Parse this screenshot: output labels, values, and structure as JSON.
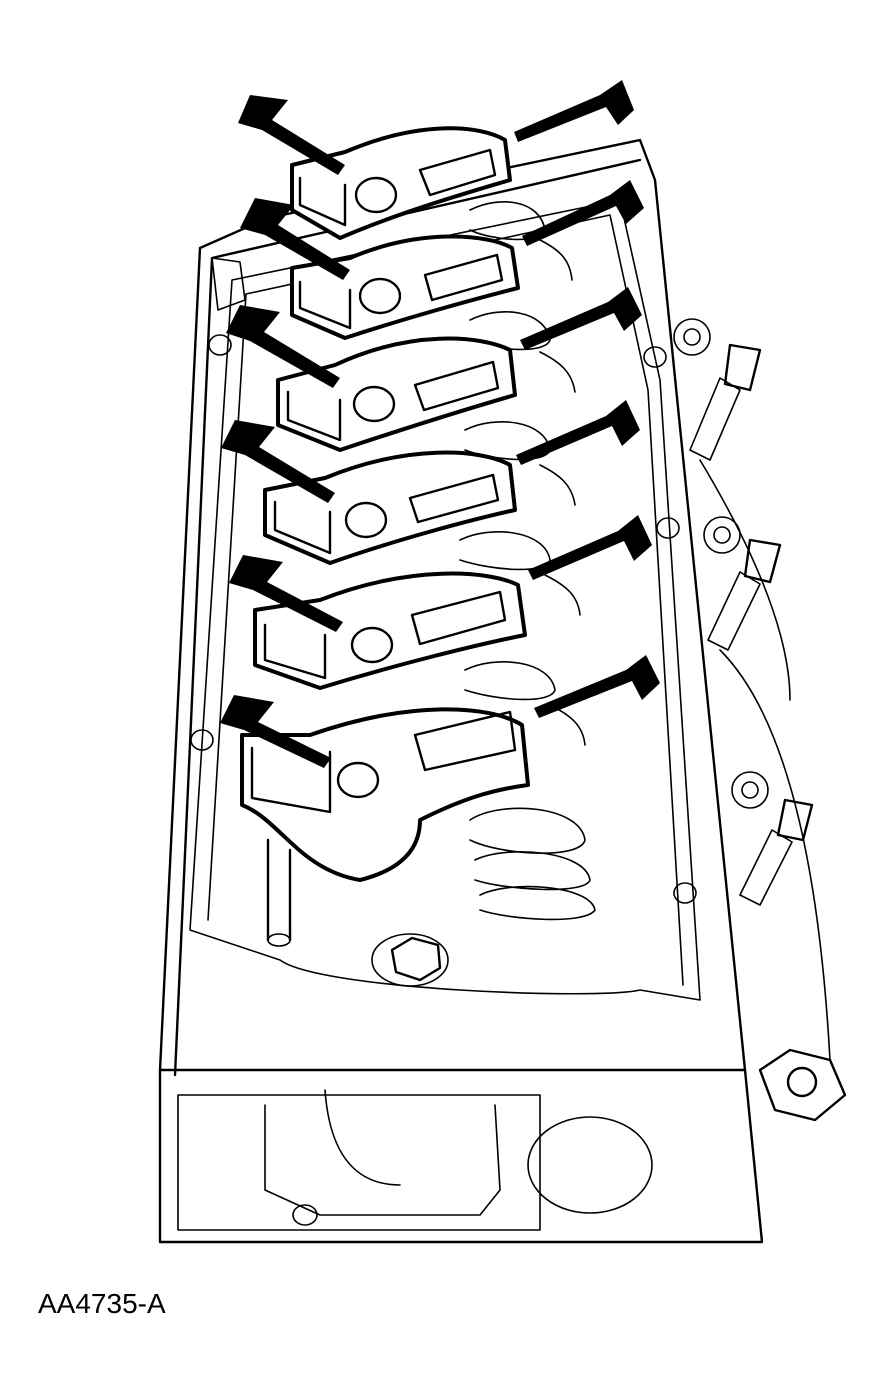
{
  "figure": {
    "id_label": "AA4735-A",
    "subject": "cylinder-head-rocker-arms",
    "rocker_arm_count": 6,
    "arrow_count": 12,
    "colors": {
      "line": "#000000",
      "background": "#ffffff"
    }
  }
}
